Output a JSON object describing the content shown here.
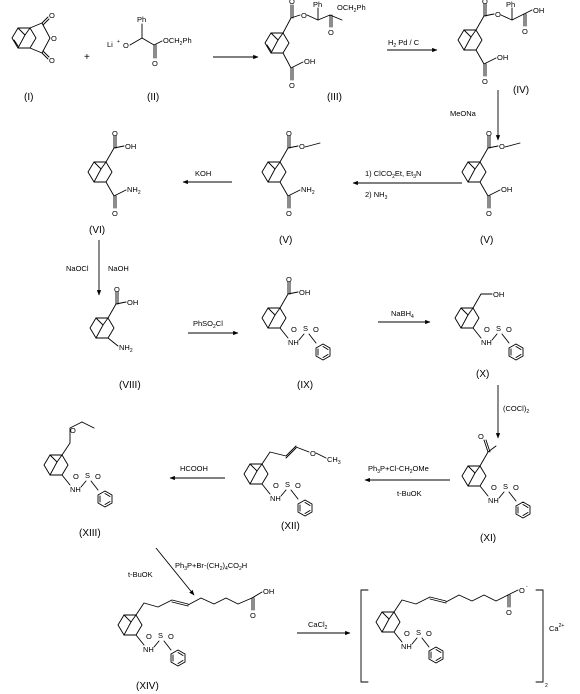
{
  "compounds": {
    "c1": "(I)",
    "c2": "(II)",
    "c3": "(III)",
    "c4": "(IV)",
    "c5a": "(V)",
    "c5b": "(V)",
    "c6": "(VI)",
    "c8": "(VIII)",
    "c9": "(IX)",
    "c10": "(X)",
    "c11": "(XI)",
    "c12": "(XII)",
    "c13": "(XIII)",
    "c14": "(XIV)"
  },
  "plus": "+",
  "atoms": {
    "O": "O",
    "OH": "OH",
    "NH": "NH",
    "NH2": "NH",
    "NH2_sub": "2",
    "S": "S",
    "Li": "Li",
    "Li_plus": "+",
    "Ph": "Ph",
    "OCH2Ph_a": "OCH",
    "OCH2Ph_sub": "2",
    "OCH2Ph_b": "Ph",
    "CH3": "CH",
    "CH3_sub": "3",
    "O_minus": "-",
    "Ca": "Ca",
    "Ca_sup": "2+",
    "bracket_sub": "2"
  },
  "conditions": {
    "h2": {
      "a": "H",
      "sub": "2",
      "b": " Pd / C"
    },
    "meona": "MeONa",
    "step_clco2et": {
      "a": "1) ClCO",
      "sub": "2",
      "b": "Et, Et",
      "sub2": "3",
      "c": "N"
    },
    "step_nh3": {
      "a": "2) NH",
      "sub": "3"
    },
    "koh": "KOH",
    "naocl": "NaOCl",
    "naoh": "NaOH",
    "phso2cl": {
      "a": "PhSO",
      "sub": "2",
      "b": "Cl"
    },
    "nabh4": {
      "a": "NaBH",
      "sub": "4"
    },
    "cocl2": {
      "a": "(COCl)",
      "sub": "2"
    },
    "wittig1": {
      "a": "Ph",
      "sub": "3",
      "b": "P+Cl-CH",
      "sub2": "2",
      "c": "OMe"
    },
    "tbuok": "t-BuOK",
    "hcooh": "HCOOH",
    "tbuok2": "t-BuOK",
    "wittig2": {
      "a": "Ph",
      "sub": "3",
      "b": "P+Br-(CH",
      "sub2": "2",
      "c": ")",
      "sub3": "4",
      "d": "CO",
      "sub4": "2",
      "e": "H"
    },
    "cacl2": {
      "a": "CaCl",
      "sub": "2"
    }
  }
}
